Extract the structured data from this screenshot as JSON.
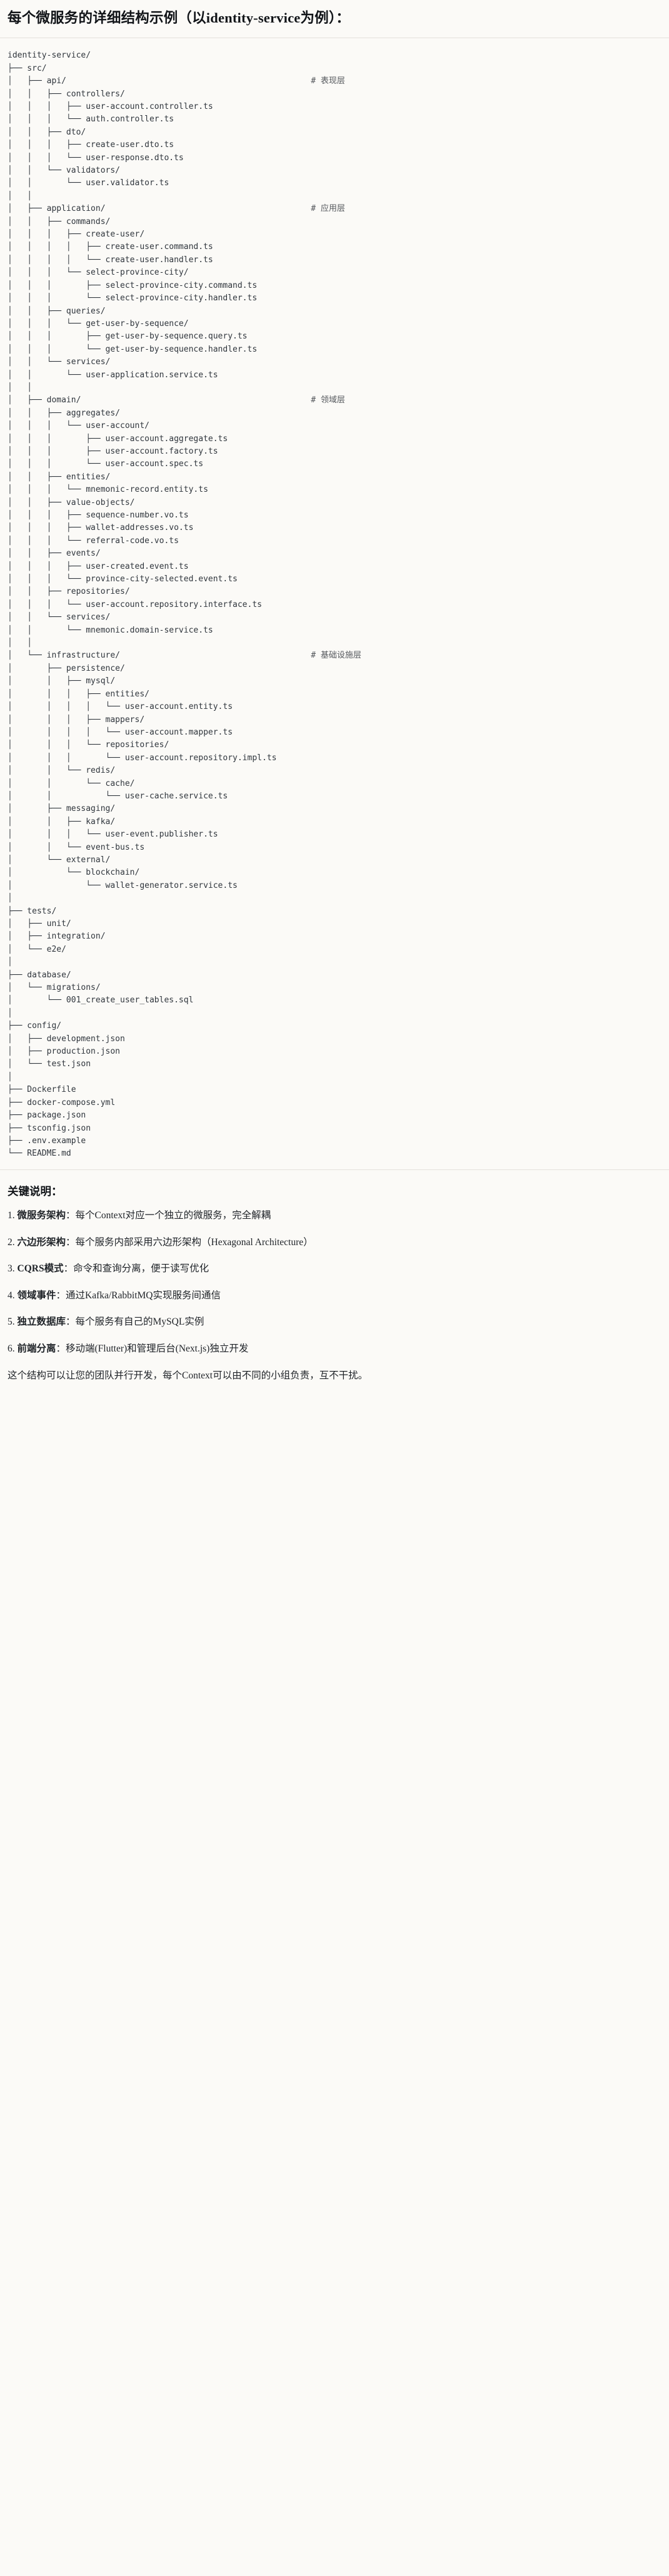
{
  "heading": "每个微服务的详细结构示例（以identity-service为例）：",
  "tree": {
    "comment_column": 62,
    "lines": [
      {
        "text": "identity-service/",
        "comment": ""
      },
      {
        "text": "├── src/",
        "comment": ""
      },
      {
        "text": "│   ├── api/",
        "comment": "# 表现层"
      },
      {
        "text": "│   │   ├── controllers/",
        "comment": ""
      },
      {
        "text": "│   │   │   ├── user-account.controller.ts",
        "comment": ""
      },
      {
        "text": "│   │   │   └── auth.controller.ts",
        "comment": ""
      },
      {
        "text": "│   │   ├── dto/",
        "comment": ""
      },
      {
        "text": "│   │   │   ├── create-user.dto.ts",
        "comment": ""
      },
      {
        "text": "│   │   │   └── user-response.dto.ts",
        "comment": ""
      },
      {
        "text": "│   │   └── validators/",
        "comment": ""
      },
      {
        "text": "│   │       └── user.validator.ts",
        "comment": ""
      },
      {
        "text": "│   │",
        "comment": ""
      },
      {
        "text": "│   ├── application/",
        "comment": "# 应用层"
      },
      {
        "text": "│   │   ├── commands/",
        "comment": ""
      },
      {
        "text": "│   │   │   ├── create-user/",
        "comment": ""
      },
      {
        "text": "│   │   │   │   ├── create-user.command.ts",
        "comment": ""
      },
      {
        "text": "│   │   │   │   └── create-user.handler.ts",
        "comment": ""
      },
      {
        "text": "│   │   │   └── select-province-city/",
        "comment": ""
      },
      {
        "text": "│   │   │       ├── select-province-city.command.ts",
        "comment": ""
      },
      {
        "text": "│   │   │       └── select-province-city.handler.ts",
        "comment": ""
      },
      {
        "text": "│   │   ├── queries/",
        "comment": ""
      },
      {
        "text": "│   │   │   └── get-user-by-sequence/",
        "comment": ""
      },
      {
        "text": "│   │   │       ├── get-user-by-sequence.query.ts",
        "comment": ""
      },
      {
        "text": "│   │   │       └── get-user-by-sequence.handler.ts",
        "comment": ""
      },
      {
        "text": "│   │   └── services/",
        "comment": ""
      },
      {
        "text": "│   │       └── user-application.service.ts",
        "comment": ""
      },
      {
        "text": "│   │",
        "comment": ""
      },
      {
        "text": "│   ├── domain/",
        "comment": "# 领域层"
      },
      {
        "text": "│   │   ├── aggregates/",
        "comment": ""
      },
      {
        "text": "│   │   │   └── user-account/",
        "comment": ""
      },
      {
        "text": "│   │   │       ├── user-account.aggregate.ts",
        "comment": ""
      },
      {
        "text": "│   │   │       ├── user-account.factory.ts",
        "comment": ""
      },
      {
        "text": "│   │   │       └── user-account.spec.ts",
        "comment": ""
      },
      {
        "text": "│   │   ├── entities/",
        "comment": ""
      },
      {
        "text": "│   │   │   └── mnemonic-record.entity.ts",
        "comment": ""
      },
      {
        "text": "│   │   ├── value-objects/",
        "comment": ""
      },
      {
        "text": "│   │   │   ├── sequence-number.vo.ts",
        "comment": ""
      },
      {
        "text": "│   │   │   ├── wallet-addresses.vo.ts",
        "comment": ""
      },
      {
        "text": "│   │   │   └── referral-code.vo.ts",
        "comment": ""
      },
      {
        "text": "│   │   ├── events/",
        "comment": ""
      },
      {
        "text": "│   │   │   ├── user-created.event.ts",
        "comment": ""
      },
      {
        "text": "│   │   │   └── province-city-selected.event.ts",
        "comment": ""
      },
      {
        "text": "│   │   ├── repositories/",
        "comment": ""
      },
      {
        "text": "│   │   │   └── user-account.repository.interface.ts",
        "comment": ""
      },
      {
        "text": "│   │   └── services/",
        "comment": ""
      },
      {
        "text": "│   │       └── mnemonic.domain-service.ts",
        "comment": ""
      },
      {
        "text": "│   │",
        "comment": ""
      },
      {
        "text": "│   └── infrastructure/",
        "comment": "# 基础设施层"
      },
      {
        "text": "│       ├── persistence/",
        "comment": ""
      },
      {
        "text": "│       │   ├── mysql/",
        "comment": ""
      },
      {
        "text": "│       │   │   ├── entities/",
        "comment": ""
      },
      {
        "text": "│       │   │   │   └── user-account.entity.ts",
        "comment": ""
      },
      {
        "text": "│       │   │   ├── mappers/",
        "comment": ""
      },
      {
        "text": "│       │   │   │   └── user-account.mapper.ts",
        "comment": ""
      },
      {
        "text": "│       │   │   └── repositories/",
        "comment": ""
      },
      {
        "text": "│       │   │       └── user-account.repository.impl.ts",
        "comment": ""
      },
      {
        "text": "│       │   └── redis/",
        "comment": ""
      },
      {
        "text": "│       │       └── cache/",
        "comment": ""
      },
      {
        "text": "│       │           └── user-cache.service.ts",
        "comment": ""
      },
      {
        "text": "│       ├── messaging/",
        "comment": ""
      },
      {
        "text": "│       │   ├── kafka/",
        "comment": ""
      },
      {
        "text": "│       │   │   └── user-event.publisher.ts",
        "comment": ""
      },
      {
        "text": "│       │   └── event-bus.ts",
        "comment": ""
      },
      {
        "text": "│       └── external/",
        "comment": ""
      },
      {
        "text": "│           └── blockchain/",
        "comment": ""
      },
      {
        "text": "│               └── wallet-generator.service.ts",
        "comment": ""
      },
      {
        "text": "│",
        "comment": ""
      },
      {
        "text": "├── tests/",
        "comment": ""
      },
      {
        "text": "│   ├── unit/",
        "comment": ""
      },
      {
        "text": "│   ├── integration/",
        "comment": ""
      },
      {
        "text": "│   └── e2e/",
        "comment": ""
      },
      {
        "text": "│",
        "comment": ""
      },
      {
        "text": "├── database/",
        "comment": ""
      },
      {
        "text": "│   └── migrations/",
        "comment": ""
      },
      {
        "text": "│       └── 001_create_user_tables.sql",
        "comment": ""
      },
      {
        "text": "│",
        "comment": ""
      },
      {
        "text": "├── config/",
        "comment": ""
      },
      {
        "text": "│   ├── development.json",
        "comment": ""
      },
      {
        "text": "│   ├── production.json",
        "comment": ""
      },
      {
        "text": "│   └── test.json",
        "comment": ""
      },
      {
        "text": "│",
        "comment": ""
      },
      {
        "text": "├── Dockerfile",
        "comment": ""
      },
      {
        "text": "├── docker-compose.yml",
        "comment": ""
      },
      {
        "text": "├── package.json",
        "comment": ""
      },
      {
        "text": "├── tsconfig.json",
        "comment": ""
      },
      {
        "text": "├── .env.example",
        "comment": ""
      },
      {
        "text": "└── README.md",
        "comment": ""
      }
    ]
  },
  "notes": {
    "title": "关键说明：",
    "items": [
      {
        "index": "1.",
        "term": "微服务架构",
        "desc": "：每个Context对应一个独立的微服务，完全解耦"
      },
      {
        "index": "2.",
        "term": "六边形架构",
        "desc": "：每个服务内部采用六边形架构（Hexagonal Architecture）"
      },
      {
        "index": "3.",
        "term": "CQRS模式",
        "desc": "：命令和查询分离，便于读写优化"
      },
      {
        "index": "4.",
        "term": "领域事件",
        "desc": "：通过Kafka/RabbitMQ实现服务间通信"
      },
      {
        "index": "5.",
        "term": "独立数据库",
        "desc": "：每个服务有自己的MySQL实例"
      },
      {
        "index": "6.",
        "term": "前端分离",
        "desc": "：移动端(Flutter)和管理后台(Next.js)独立开发"
      }
    ],
    "closing": "这个结构可以让您的团队并行开发，每个Context可以由不同的小组负责，互不干扰。"
  }
}
